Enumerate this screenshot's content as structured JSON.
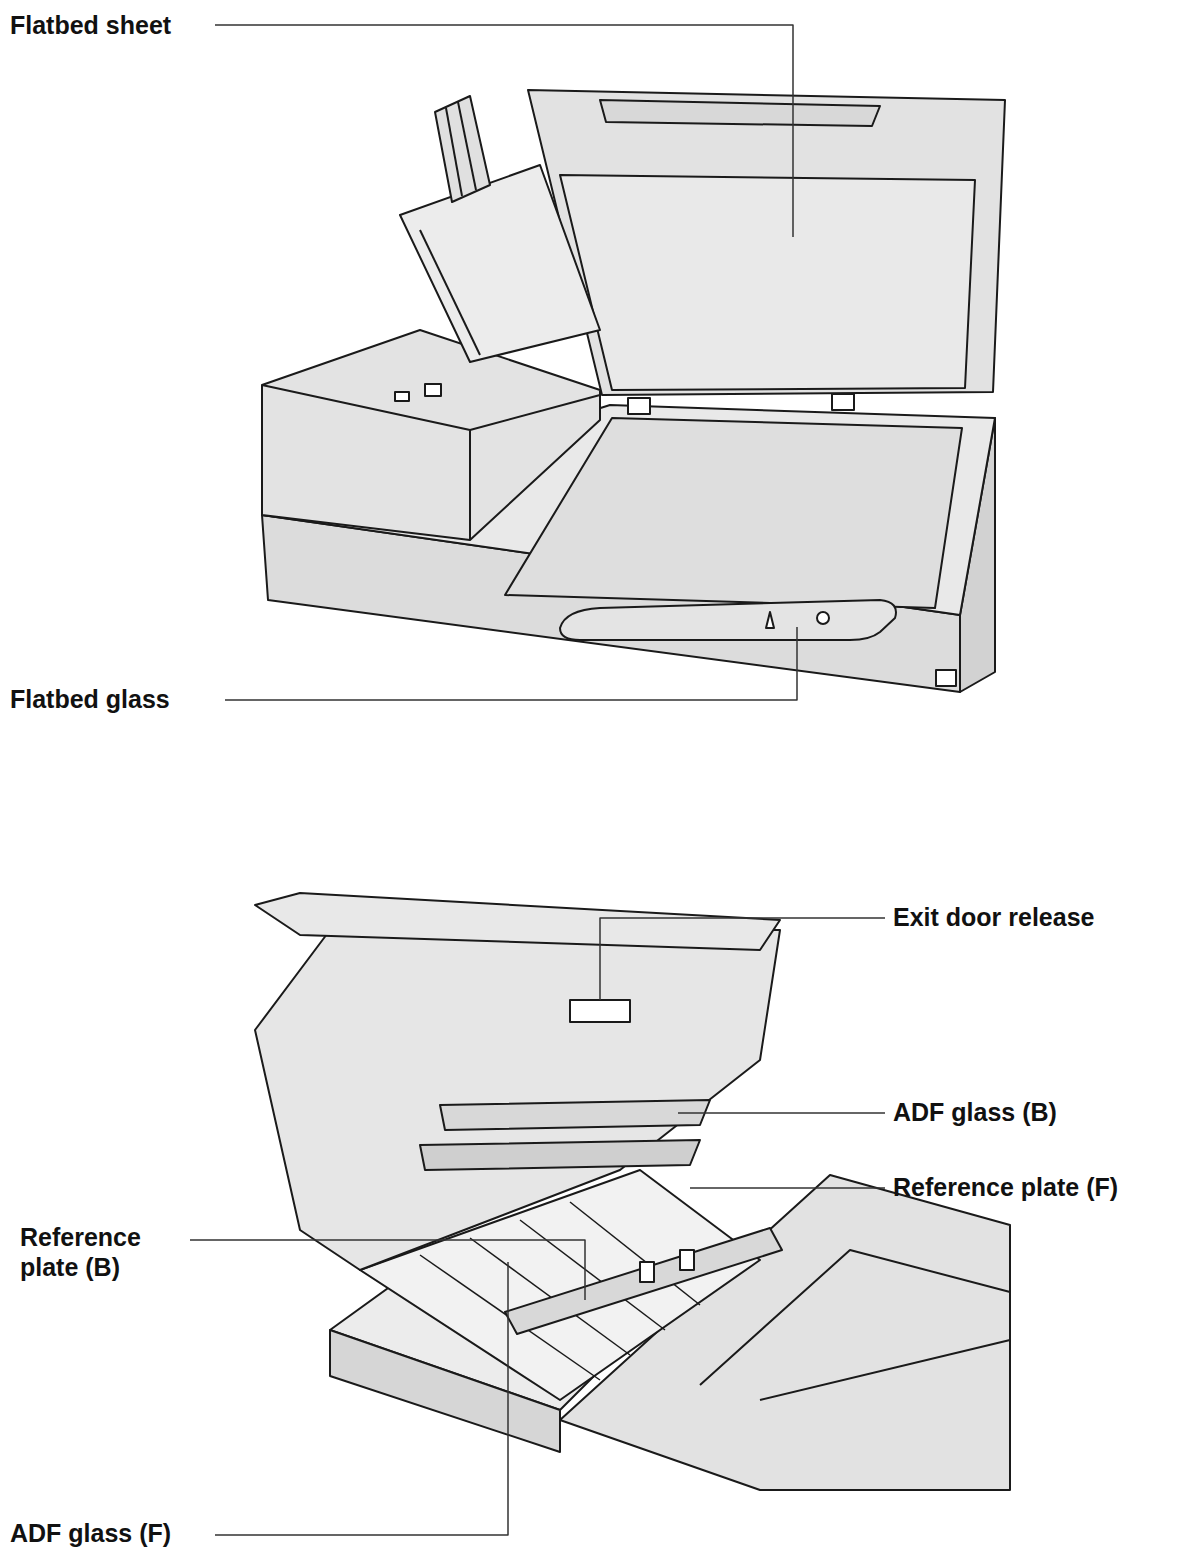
{
  "diagram": {
    "labels": [
      "Flatbed sheet",
      "Flatbed glass",
      "Exit door release",
      "ADF glass (B)",
      "Reference plate (F)",
      "Reference plate (B)",
      "ADF glass (F)"
    ]
  }
}
